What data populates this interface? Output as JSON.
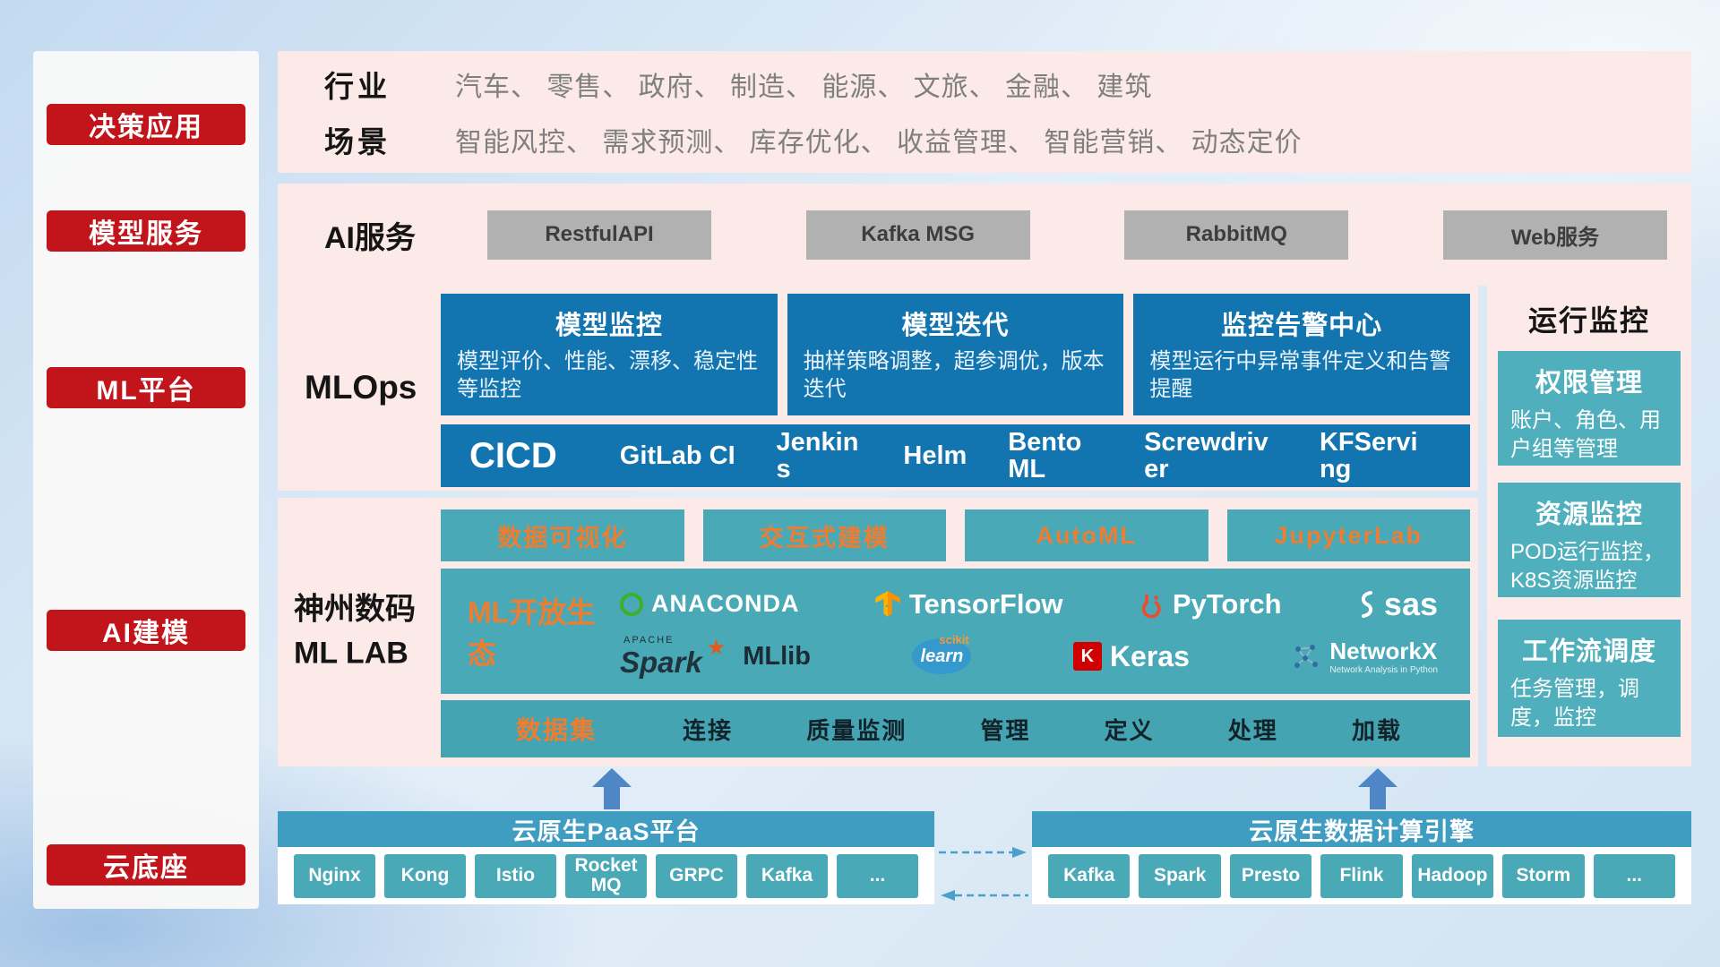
{
  "sidebar": {
    "items": [
      {
        "label": "决策应用"
      },
      {
        "label": "模型服务"
      },
      {
        "label": "ML平台"
      },
      {
        "label": "AI建模"
      },
      {
        "label": "云底座"
      }
    ]
  },
  "industry": {
    "rows": [
      {
        "label": "行业",
        "value": "汽车、 零售、 政府、 制造、 能源、 文旅、 金融、 建筑"
      },
      {
        "label": "场景",
        "value": "智能风控、 需求预测、 库存优化、 收益管理、 智能营销、 动态定价"
      }
    ]
  },
  "ai_service": {
    "label": "AI服务",
    "buttons": [
      {
        "label": "RestfulAPI"
      },
      {
        "label": "Kafka MSG"
      },
      {
        "label": "RabbitMQ"
      },
      {
        "label": "Web服务"
      }
    ]
  },
  "mlops": {
    "label": "MLOps",
    "cards": [
      {
        "title": "模型监控",
        "desc": "模型评价、性能、漂移、稳定性等监控"
      },
      {
        "title": "模型迭代",
        "desc": "抽样策略调整，超参调优，版本迭代"
      },
      {
        "title": "监控告警中心",
        "desc": "模型运行中异常事件定义和告警提醒"
      }
    ],
    "cicd": {
      "label": "CICD",
      "items": [
        {
          "label": "GitLab CI"
        },
        {
          "label": "Jenkins"
        },
        {
          "label": "Helm"
        },
        {
          "label": "BentoML"
        },
        {
          "label": "Screwdriver"
        },
        {
          "label": "KFServing"
        }
      ]
    }
  },
  "mllab": {
    "label_line1": "神州数码",
    "label_line2": "ML LAB",
    "tools": [
      {
        "label": "数据可视化"
      },
      {
        "label": "交互式建模"
      },
      {
        "label": "AutoML"
      },
      {
        "label": "JupyterLab"
      }
    ],
    "ecosystem": {
      "label": "ML开放生态",
      "anaconda": {
        "text": "ANACONDA"
      },
      "tensorflow": {
        "text": "TensorFlow"
      },
      "pytorch": {
        "text": "PyTorch"
      },
      "sas": {
        "text": "sas"
      },
      "spark": {
        "pre": "APACHE",
        "text": "Spark",
        "lib": "MLlib"
      },
      "sklearn": {
        "pre": "scikit",
        "text": "learn"
      },
      "keras": {
        "icon": "K",
        "text": "Keras"
      },
      "networkx": {
        "text": "NetworkX",
        "sub": "Network Analysis in Python"
      }
    },
    "dataset": {
      "label": "数据集",
      "items": [
        {
          "label": "连接"
        },
        {
          "label": "质量监测"
        },
        {
          "label": "管理"
        },
        {
          "label": "定义"
        },
        {
          "label": "处理"
        },
        {
          "label": "加载"
        }
      ]
    }
  },
  "monitoring": {
    "title": "运行监控",
    "cards": [
      {
        "title": "权限管理",
        "desc": "账户、角色、用户组等管理"
      },
      {
        "title": "资源监控",
        "desc": "POD运行监控，K8S资源监控"
      },
      {
        "title": "工作流调度",
        "desc": "任务管理，调度，监控"
      }
    ]
  },
  "bottom": {
    "paas": {
      "title": "云原生PaaS平台",
      "items": [
        {
          "label": "Nginx"
        },
        {
          "label": "Kong"
        },
        {
          "label": "Istio"
        },
        {
          "label": "RocketMQ"
        },
        {
          "label": "GRPC"
        },
        {
          "label": "Kafka"
        },
        {
          "label": "..."
        }
      ]
    },
    "engine": {
      "title": "云原生数据计算引擎",
      "items": [
        {
          "label": "Kafka"
        },
        {
          "label": "Spark"
        },
        {
          "label": "Presto"
        },
        {
          "label": "Flink"
        },
        {
          "label": "Hadoop"
        },
        {
          "label": "Storm"
        },
        {
          "label": "..."
        }
      ]
    }
  },
  "colors": {
    "badge_red": "#c2151b",
    "panel_pink": "#fbeae7",
    "card_blue": "#1375b0",
    "teal": "#4aa9b6",
    "accent_orange": "#ed7d31",
    "bottom_bar_blue": "#3f9dc2",
    "gray_button": "#b1b1b1"
  }
}
